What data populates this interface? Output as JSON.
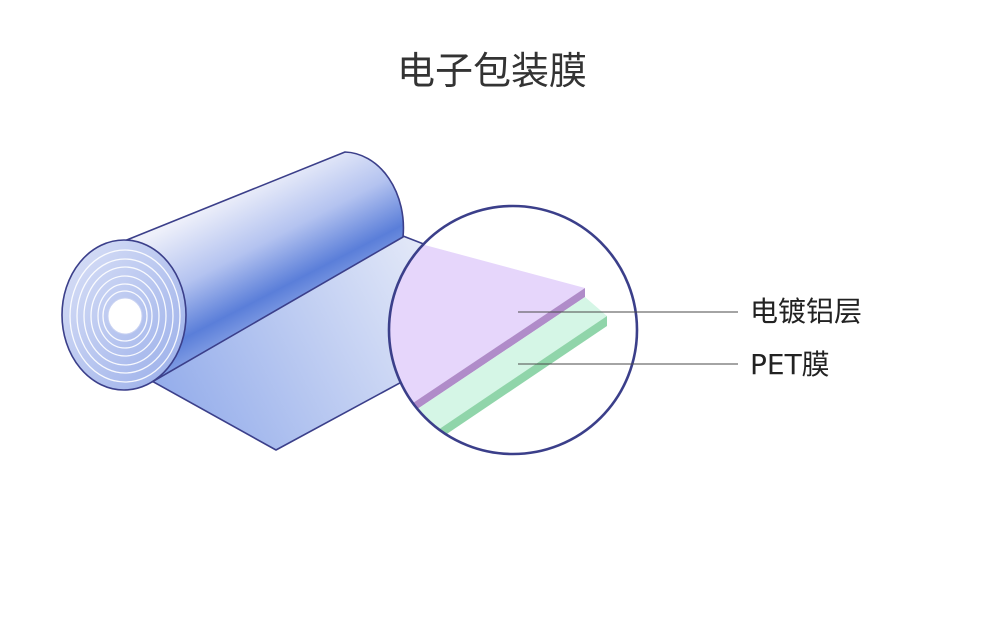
{
  "title": "电子包装膜",
  "labels": {
    "aluminum_layer": "电镀铝层",
    "pet_film": "PET膜"
  },
  "colors": {
    "outline": "#3b3f8a",
    "aluminum_top": "#e6d6fb",
    "aluminum_edge": "#b08cc9",
    "pet_top": "#d5f6e6",
    "pet_edge": "#90d5aa",
    "magnifier_fill": "#ffffff"
  }
}
